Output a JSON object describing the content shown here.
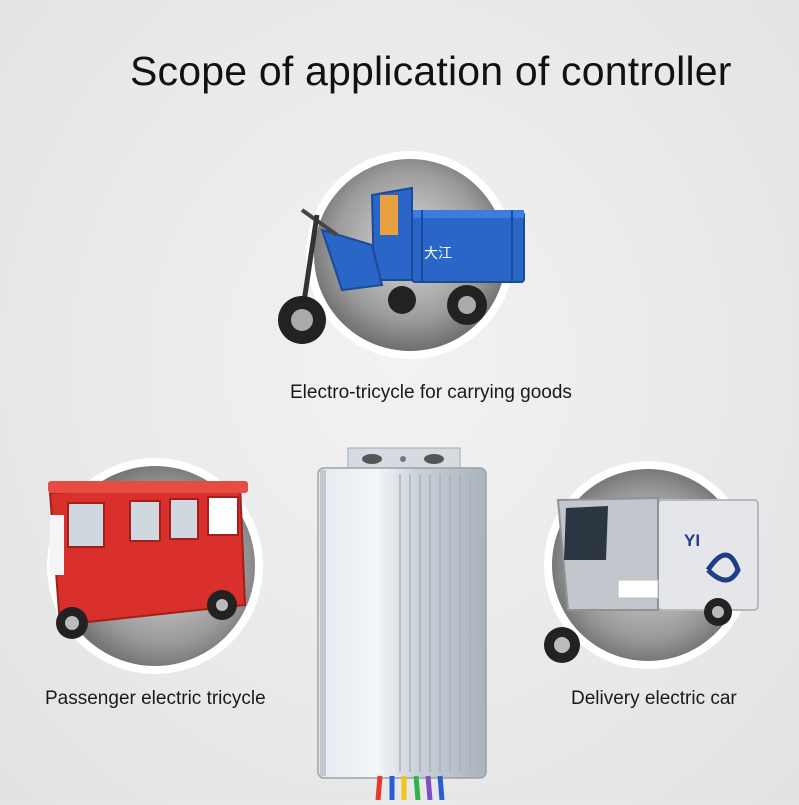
{
  "page": {
    "title": "Scope of application of controller"
  },
  "applications": [
    {
      "id": "goods",
      "label": "Electro-tricycle for carrying goods",
      "icon": "cargo-tricycle-illustration",
      "color": "#2a66c8"
    },
    {
      "id": "passenger",
      "label": "Passenger electric tricycle",
      "icon": "passenger-tricycle-illustration",
      "color": "#d9302c"
    },
    {
      "id": "delivery",
      "label": "Delivery electric car",
      "icon": "delivery-car-illustration",
      "color": "#e4e6ea"
    }
  ],
  "vehicle_text": {
    "cargo_logo": "大江",
    "delivery_logo": "YI"
  },
  "colors": {
    "background": "#ececec",
    "controller_body": "#c9d0d8",
    "wires": [
      "#e23b2e",
      "#2d5bd8",
      "#f0c51c",
      "#2fb34a",
      "#7a4fc7",
      "#ffffff"
    ]
  }
}
